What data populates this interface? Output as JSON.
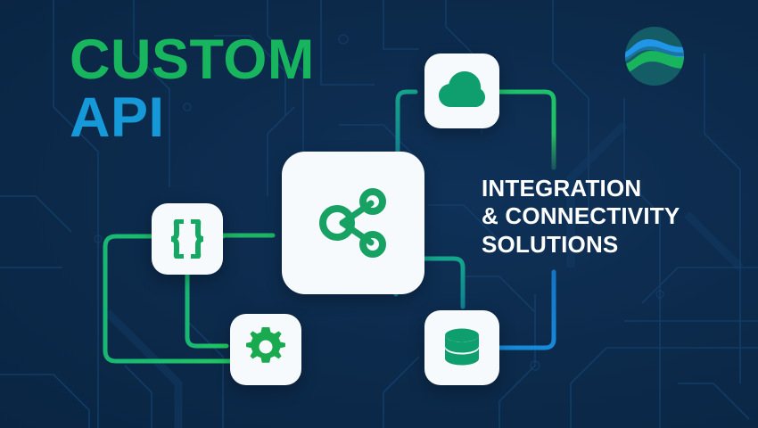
{
  "brand": {
    "logo_icon": "wave-globe-logo",
    "logo_colors": {
      "circle": "#135a63",
      "wave_blue": "#2196e8",
      "wave_green": "#18b45e"
    }
  },
  "headline": {
    "line1": "CUSTOM",
    "line2": "API",
    "line1_color": "#17b65e",
    "line2_color": "#1699d8"
  },
  "tagline": {
    "line1": "INTEGRATION",
    "line2": "& CONNECTIVITY",
    "line3": "SOLUTIONS",
    "color": "#ffffff"
  },
  "theme": {
    "background": "#0c2a4b",
    "card_background": "#f7fafc",
    "accent_green": "#17b65e",
    "accent_teal": "#12868f",
    "accent_blue": "#1689d8"
  },
  "nodes": [
    {
      "id": "main",
      "icon": "share-network-icon",
      "label": "Share / Network Hub",
      "color": "#17a163"
    },
    {
      "id": "cloud",
      "icon": "cloud-icon",
      "label": "Cloud",
      "color": "#0f9e6e"
    },
    {
      "id": "braces",
      "icon": "code-braces-icon",
      "label": "Code / JSON",
      "color": "#14a863"
    },
    {
      "id": "gear",
      "icon": "gear-icon",
      "label": "Settings",
      "color": "#19a94f"
    },
    {
      "id": "db",
      "icon": "database-icon",
      "label": "Database",
      "color": "#0f9e6e"
    }
  ],
  "connectors": [
    {
      "id": "main-to-cloud",
      "from": "main",
      "to": "cloud",
      "color": "#13909a"
    },
    {
      "id": "cloud-to-right",
      "from": "cloud",
      "to": "right",
      "color": "#1dba63"
    },
    {
      "id": "main-to-db",
      "from": "main",
      "to": "db",
      "color": "#13909a"
    },
    {
      "id": "db-to-right",
      "from": "db",
      "to": "right",
      "color": "#1689d8"
    },
    {
      "id": "braces-to-main",
      "from": "braces",
      "to": "main",
      "color": "#1dba63"
    },
    {
      "id": "braces-to-gear",
      "from": "braces",
      "to": "gear",
      "color": "#1aae68"
    },
    {
      "id": "loop-left",
      "from": "braces",
      "to": "gear",
      "color": "#1fc263"
    }
  ]
}
